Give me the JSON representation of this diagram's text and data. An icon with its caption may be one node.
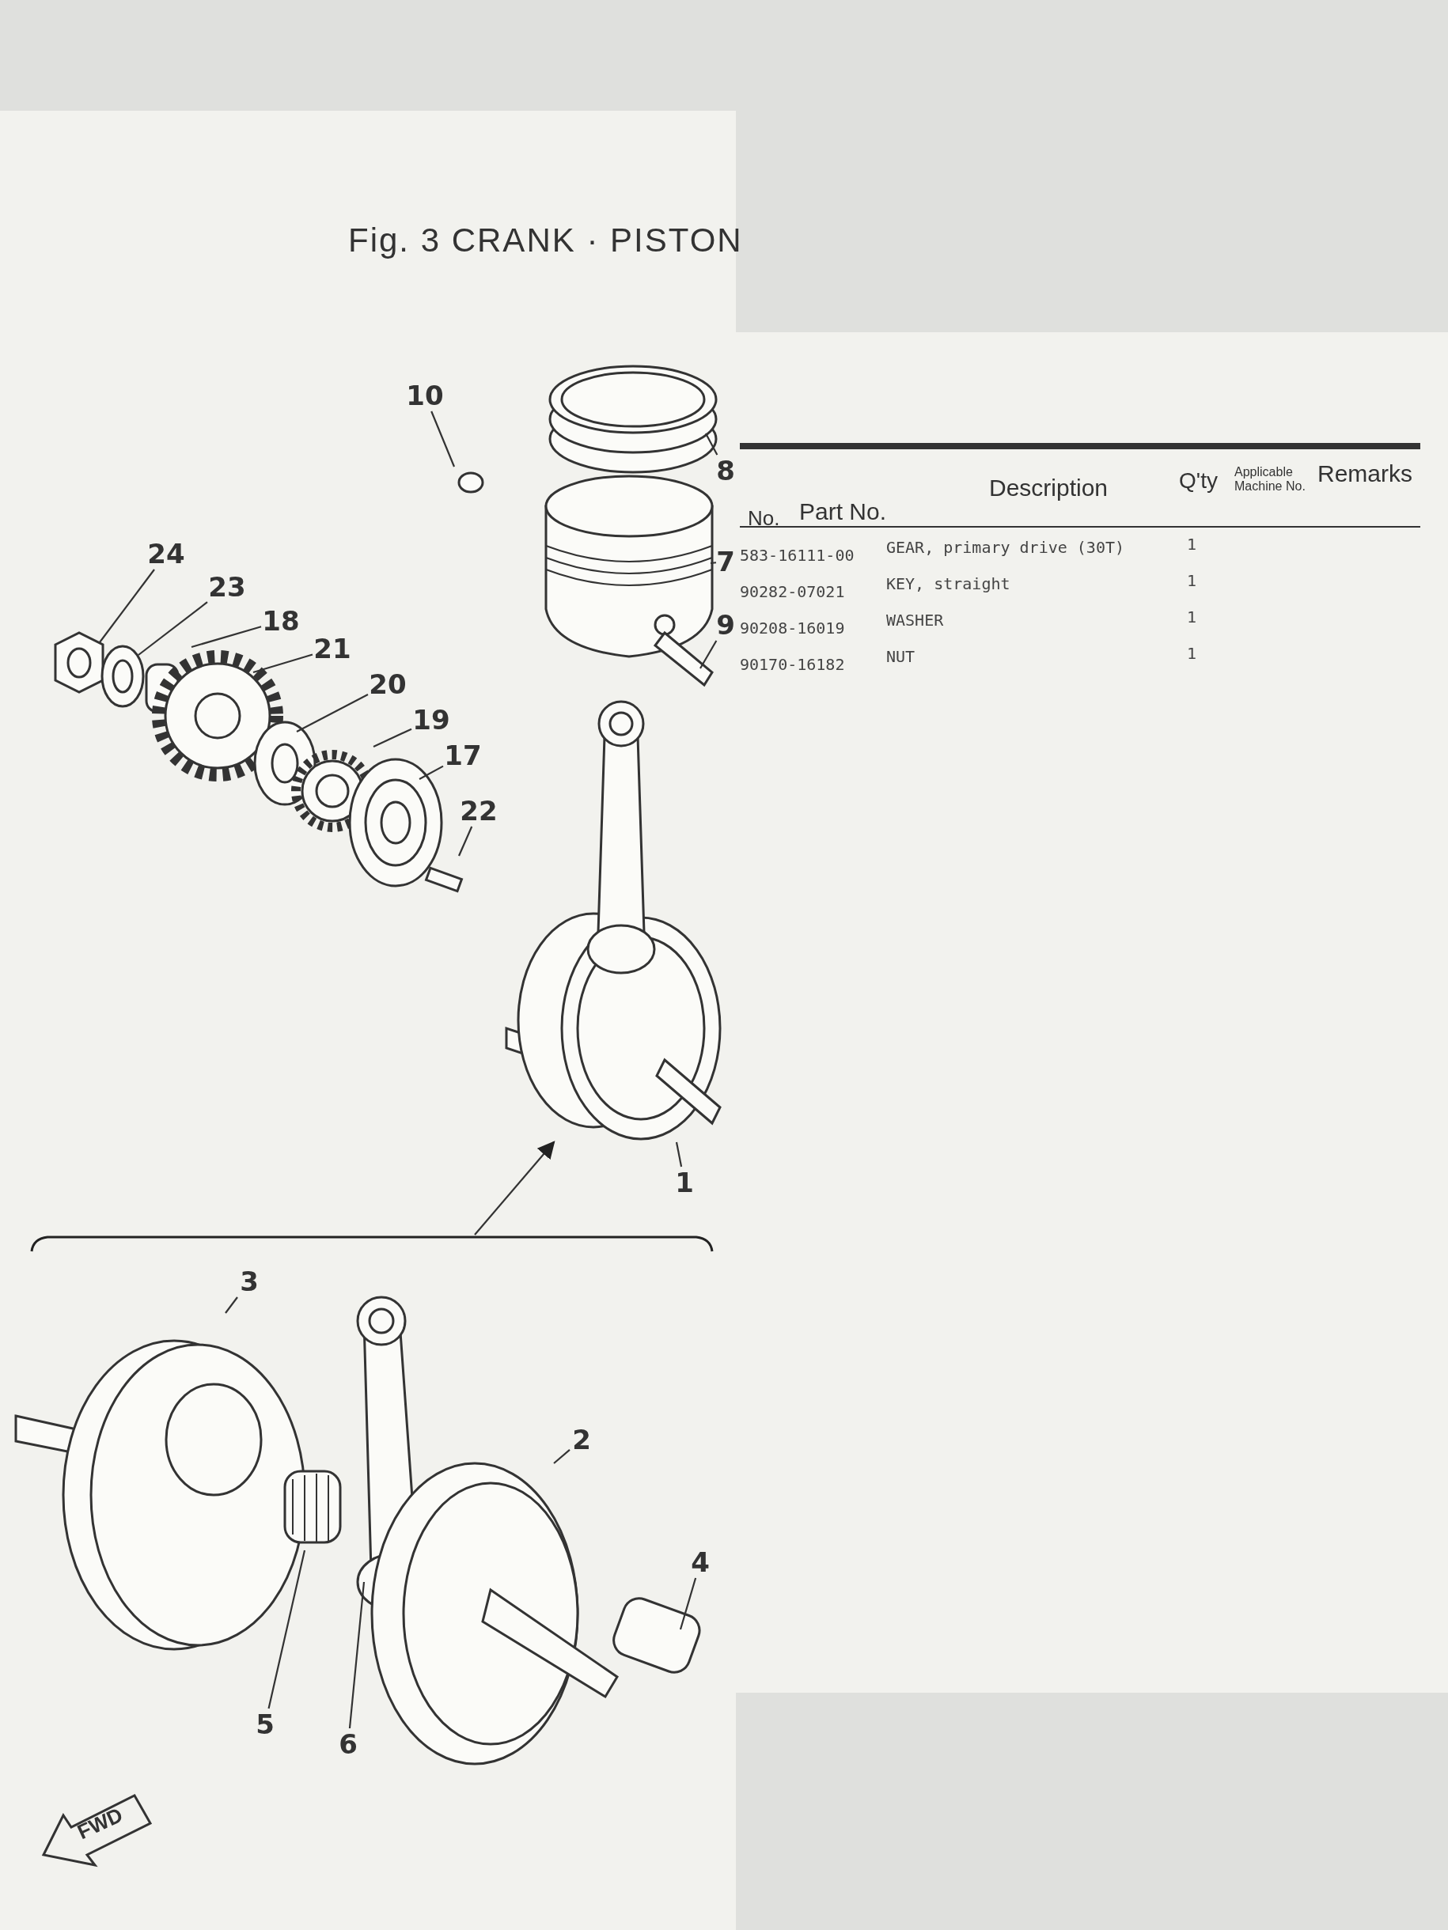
{
  "diagram": {
    "title": "Fig. 3 CRANK · PISTON",
    "nodes": [
      {
        "text": [
          "10"
        ]
      },
      {
        "text": [
          "8"
        ]
      },
      {
        "text": [
          "24"
        ]
      },
      {
        "text": [
          "7"
        ]
      },
      {
        "text": [
          "23"
        ]
      },
      {
        "text": [
          "18"
        ]
      },
      {
        "text": [
          "9"
        ]
      },
      {
        "text": [
          "21"
        ]
      },
      {
        "text": [
          "20"
        ]
      },
      {
        "text": [
          "19"
        ]
      },
      {
        "text": [
          "17"
        ]
      },
      {
        "text": [
          "22"
        ]
      },
      {
        "text": [],
        "shape": "picture"
      },
      {
        "text": [
          "1"
        ]
      },
      {
        "text": [],
        "shape": "picture"
      },
      {
        "text": [
          "3"
        ],
        "in": 14
      },
      {
        "text": [
          "2"
        ],
        "in": 14
      },
      {
        "text": [
          "4"
        ],
        "in": 14
      },
      {
        "text": [
          "5"
        ],
        "in": 14
      },
      {
        "text": [
          "6"
        ],
        "in": 14
      }
    ],
    "edges": [
      {
        "from": 0,
        "to": null,
        "arrow": "none"
      },
      {
        "from": 1,
        "to": null,
        "arrow": "none"
      },
      {
        "from": 2,
        "to": null,
        "arrow": "none"
      },
      {
        "from": 3,
        "to": null,
        "arrow": "none"
      },
      {
        "from": 4,
        "to": null,
        "arrow": "none"
      },
      {
        "from": 5,
        "to": null,
        "arrow": "none"
      },
      {
        "from": 6,
        "to": null,
        "arrow": "none"
      },
      {
        "from": 7,
        "to": null,
        "arrow": "none"
      },
      {
        "from": 8,
        "to": null,
        "arrow": "none"
      },
      {
        "from": 9,
        "to": null,
        "arrow": "none"
      },
      {
        "from": 10,
        "to": null,
        "arrow": "none"
      },
      {
        "from": 11,
        "to": null,
        "arrow": "none"
      },
      {
        "from": 13,
        "to": 12,
        "arrow": "none"
      },
      {
        "from": 14,
        "to": 12,
        "arrow": "to"
      },
      {
        "from": 15,
        "to": 14,
        "arrow": "none"
      },
      {
        "from": 16,
        "to": 14,
        "arrow": "none"
      },
      {
        "from": 17,
        "to": 14,
        "arrow": "none"
      },
      {
        "from": 18,
        "to": 14,
        "arrow": "none"
      },
      {
        "from": 19,
        "to": 14,
        "arrow": "none"
      }
    ],
    "labels": [
      "FWD",
      "No.",
      "Part No.",
      "Description",
      "Q'ty",
      "Applicable Machine No.",
      "Remarks",
      "583-16111-00",
      "GEAR, primary drive (30T)",
      "1",
      "90282-07021",
      "KEY, straight",
      "1",
      "90208-16019",
      "WASHER",
      "1",
      "90170-16182",
      "NUT",
      "1"
    ]
  }
}
